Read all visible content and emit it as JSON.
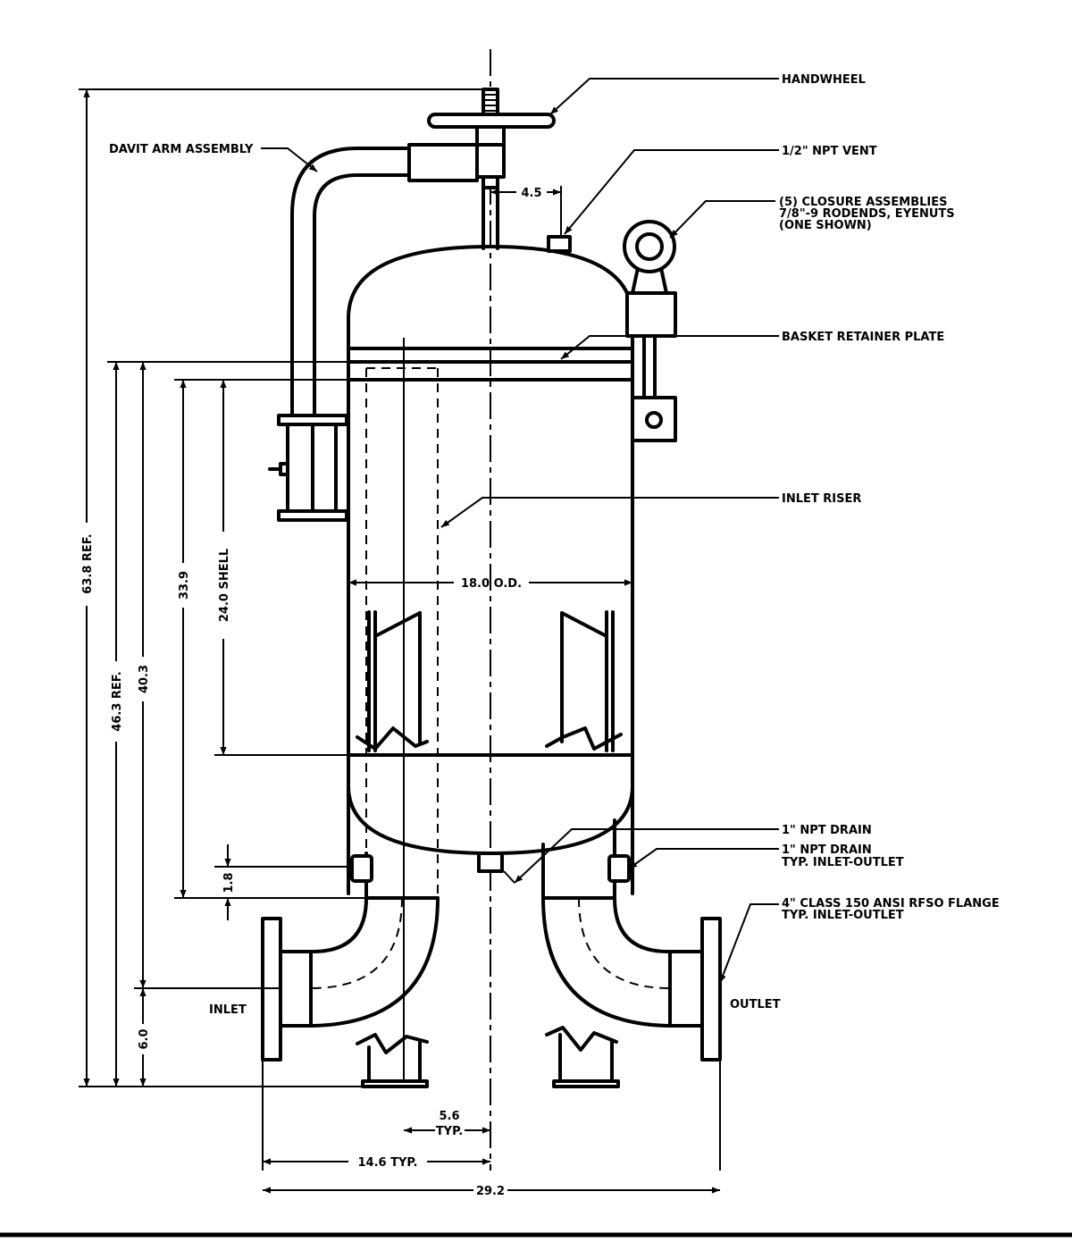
{
  "labels": {
    "handwheel": "HANDWHEEL",
    "vent": "1/2\" NPT VENT",
    "closure_1": "(5) CLOSURE ASSEMBLIES",
    "closure_2": "7/8\"-9 RODENDS, EYENUTS",
    "closure_3": "(ONE SHOWN)",
    "davit": "DAVIT ARM ASSEMBLY",
    "retainer": "BASKET RETAINER PLATE",
    "riser": "INLET RISER",
    "drain_1": "1\" NPT DRAIN",
    "drain_2_a": "1\" NPT DRAIN",
    "drain_2_b": "TYP. INLET-OUTLET",
    "flange_a": "4\" CLASS 150 ANSI RFSO FLANGE",
    "flange_b": "TYP. INLET-OUTLET",
    "inlet": "INLET",
    "outlet": "OUTLET"
  },
  "dimensions": {
    "overall_height": "63.8 REF.",
    "height_ref": "46.3 REF.",
    "height_40": "40.3",
    "height_33": "33.9",
    "shell": "24.0 SHELL",
    "od": "18.0 O.D.",
    "offset_45": "4.5",
    "drain_18": "1.8",
    "bottom_60": "6.0",
    "riser_offset_a": "5.6",
    "riser_offset_b": "TYP.",
    "half_width_a": "14.6 TYP.",
    "full_width": "29.2"
  }
}
